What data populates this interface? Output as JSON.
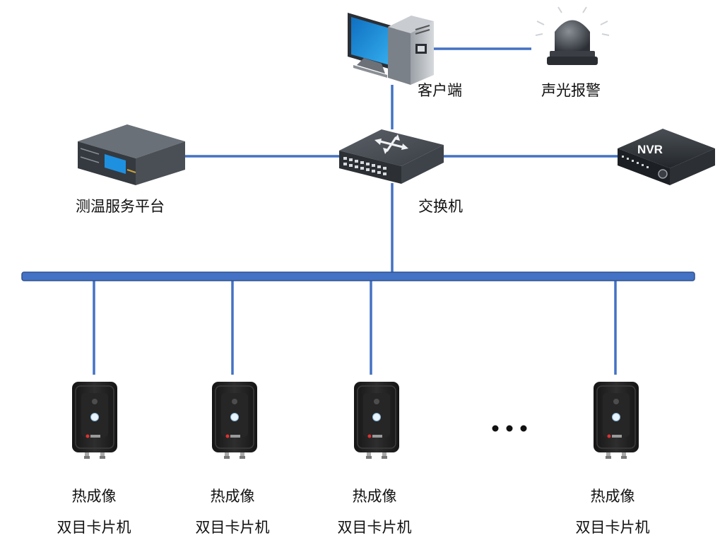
{
  "nodes": {
    "client": "客户端",
    "alarm": "声光报警",
    "platform": "测温服务平台",
    "switch": "交换机",
    "nvr": "NVR"
  },
  "cameras": [
    {
      "line1": "热成像",
      "line2": "双目卡片机"
    },
    {
      "line1": "热成像",
      "line2": "双目卡片机"
    },
    {
      "line1": "热成像",
      "line2": "双目卡片机"
    },
    {
      "line1": "热成像",
      "line2": "双目卡片机"
    }
  ],
  "ellipsis": "•••",
  "colors": {
    "line": "#4472c4",
    "bus_fill": "#4472c4",
    "bus_stroke": "#2f528f",
    "camera_body": "#1e1e1e",
    "monitor_screen": "#1e90e0"
  }
}
